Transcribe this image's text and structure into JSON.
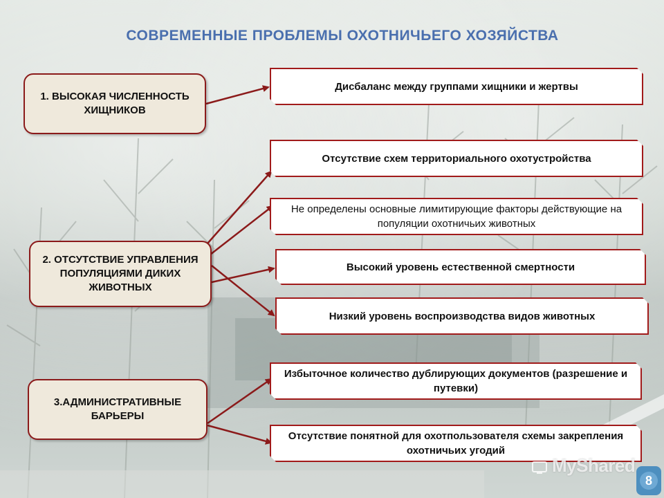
{
  "title": "СОВРЕМЕННЫЕ ПРОБЛЕМЫ ОХОТНИЧЬЕГО ХОЗЯЙСТВА",
  "causes": [
    {
      "label": "1. ВЫСОКАЯ ЧИСЛЕННОСТЬ ХИЩНИКОВ"
    },
    {
      "label": "2. ОТСУТСТВИЕ УПРАВЛЕНИЯ ПОПУЛЯЦИЯМИ ДИКИХ ЖИВОТНЫХ"
    },
    {
      "label": "3.АДМИНИСТРАТИВНЫЕ БАРЬЕРЫ"
    }
  ],
  "problems": [
    {
      "label": "Дисбаланс между группами хищники и жертвы"
    },
    {
      "label": "Отсутствие схем территориального охотустройства"
    },
    {
      "label": "Не определены основные лимитирующие факторы действующие на популяции охотничьих животных"
    },
    {
      "label": "Высокий уровень естественной смертности"
    },
    {
      "label": "Низкий уровень воспроизводства видов животных"
    },
    {
      "label": "Избыточное количество дублирующих документов (разрешение и путевки)"
    },
    {
      "label": "Отсутствие понятной для охотпользователя схемы закрепления охотничьих угодий"
    }
  ],
  "colors": {
    "title": "#4a6fae",
    "border": "#8b1a1a",
    "cause_bg": "#efe9dc",
    "badge": "#4d8fbf"
  },
  "watermark": "MyShared",
  "page_number": "8"
}
